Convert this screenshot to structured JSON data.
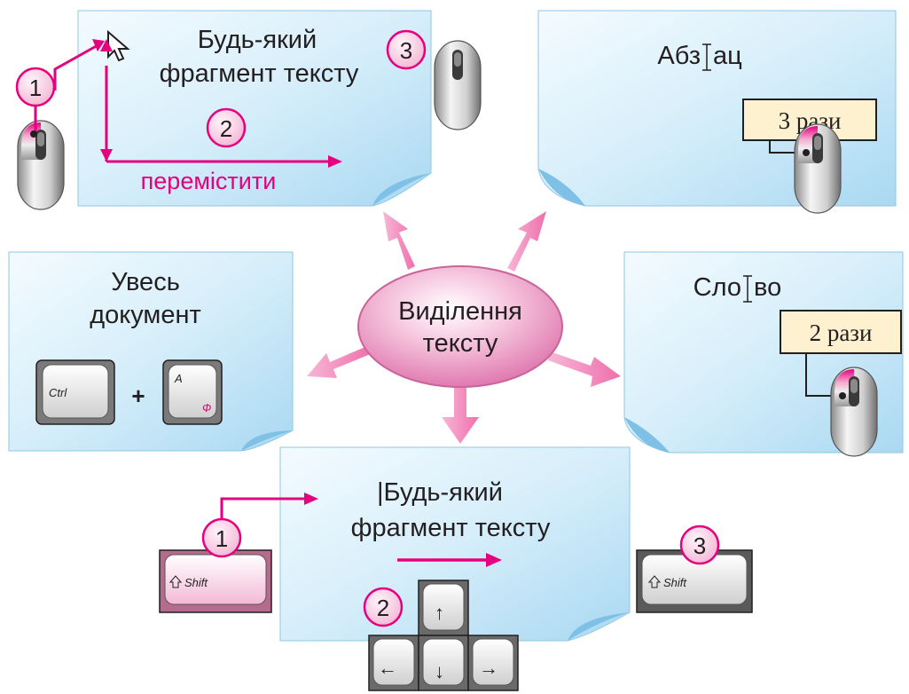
{
  "center": {
    "line1": "Виділення",
    "line2": "тексту"
  },
  "panels": {
    "fragment_mouse": {
      "line1": "Будь-який",
      "line2": "фрагмент тексту",
      "move_label": "перемістити",
      "steps": [
        "1",
        "2",
        "3"
      ]
    },
    "paragraph": {
      "word_before": "Абз",
      "word_after": "ац",
      "click_label": "3 рази"
    },
    "document": {
      "line1": "Увесь",
      "line2": "документ",
      "key_ctrl": "Ctrl",
      "plus": "+",
      "key_a_latin": "A",
      "key_a_cyrillic": "Ф"
    },
    "word": {
      "word_before": "Сло",
      "word_after": "во",
      "click_label": "2 рази"
    },
    "fragment_keyboard": {
      "line1": "|Будь-який",
      "line2": "фрагмент тексту",
      "key_shift": "Shift",
      "steps": [
        "1",
        "2",
        "3"
      ],
      "arrow_up": "↑",
      "arrow_left": "←",
      "arrow_down": "↓",
      "arrow_right": "→"
    }
  },
  "colors": {
    "accent": "#e6007e",
    "panel": "#cfeaf8",
    "bubble": "#f0a8cc",
    "label_box": "#fdf1cf"
  }
}
